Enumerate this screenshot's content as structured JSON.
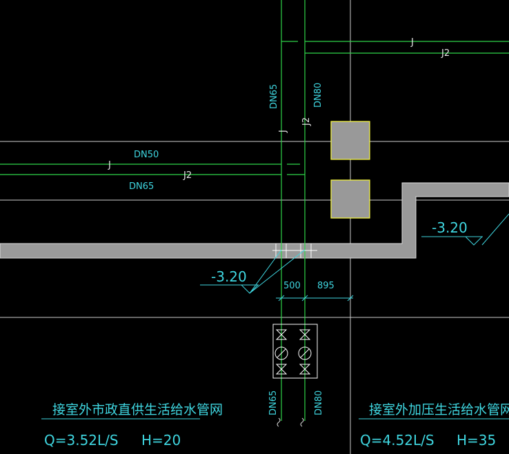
{
  "pipes": {
    "j_top": "J",
    "j2_top": "J2",
    "dn65_top": "DN65",
    "dn80_top": "DN80",
    "j_riser": "J",
    "j2_riser": "J2",
    "dn50": "DN50",
    "j_horizontal": "J",
    "j2_horizontal": "J2",
    "dn65_horizontal": "DN65",
    "dn65_bottom": "DN65",
    "dn80_bottom": "DN80"
  },
  "levels": {
    "left": "-3.20",
    "right": "-3.20"
  },
  "dimensions": {
    "d1": "500",
    "d2": "895"
  },
  "notes": {
    "left_title": "接室外市政直供生活给水管网",
    "left_flow": "Q=3.52L/S",
    "left_head": "H=20",
    "right_title": "接室外加压生活给水管网",
    "right_flow": "Q=4.52L/S",
    "right_head": "H=35"
  },
  "colors": {
    "background": "#000000",
    "pipe_green": "#2fd64a",
    "grid_white": "#cfcfcf",
    "text_cyan": "#3fd6e0",
    "wall_gray": "#9a9a9a",
    "column_yellow": "#ffff40"
  }
}
